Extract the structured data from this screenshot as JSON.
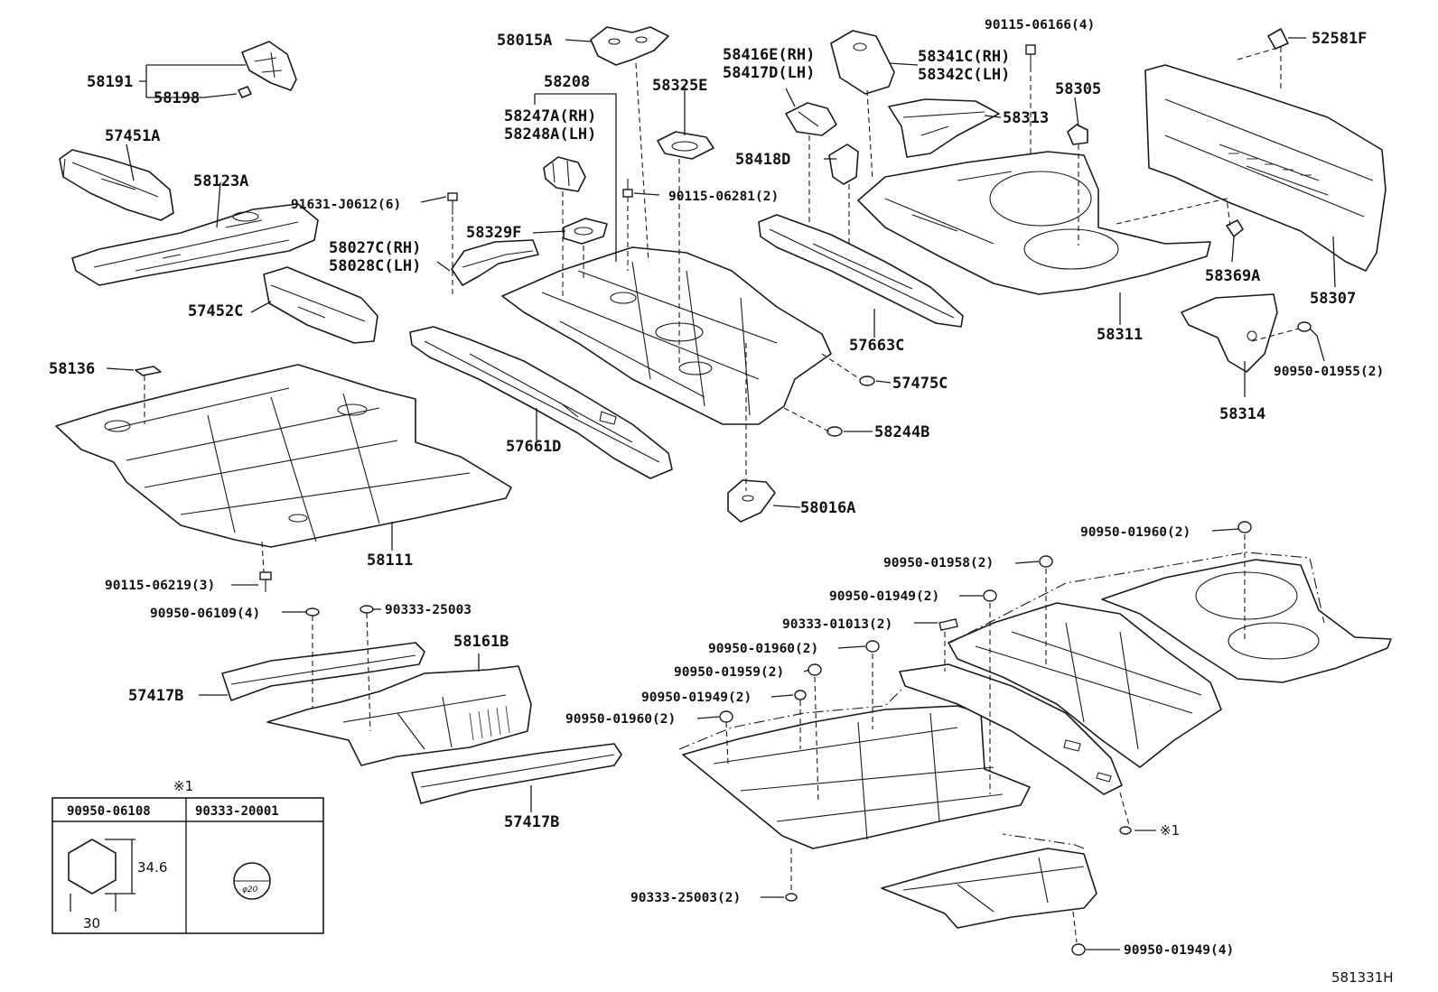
{
  "labels": {
    "p58191": "58191",
    "p58198": "58198",
    "p57451A": "57451A",
    "p58123A": "58123A",
    "p91631": "91631-J0612(6)",
    "p58027C": "58027C(RH)",
    "p58028C": "58028C(LH)",
    "p57452C": "57452C",
    "p58136": "58136",
    "p58111": "58111",
    "p90115_06219": "90115-06219(3)",
    "p58015A": "58015A",
    "p58208": "58208",
    "p58247A": "58247A(RH)",
    "p58248A": "58248A(LH)",
    "p58325E": "58325E",
    "p90115_06281": "90115-06281(2)",
    "p58329F": "58329F",
    "p57661D": "57661D",
    "p58016A": "58016A",
    "p58244B": "58244B",
    "p57475C": "57475C",
    "p58416E": "58416E(RH)",
    "p58417D": "58417D(LH)",
    "p58418D": "58418D",
    "p57663C": "57663C",
    "p58341C": "58341C(RH)",
    "p58342C": "58342C(LH)",
    "p90115_06166": "90115-06166(4)",
    "p58305": "58305",
    "p58313": "58313",
    "p58311": "58311",
    "p52581F": "52581F",
    "p58307": "58307",
    "p58369A": "58369A",
    "p58314": "58314",
    "p90950_01955": "90950-01955(2)",
    "p90950_06109": "90950-06109(4)",
    "p90333_25003": "90333-25003",
    "p58161B": "58161B",
    "p57417B_a": "57417B",
    "p57417B_b": "57417B",
    "p90950_01960_top": "90950-01960(2)",
    "p90950_01958": "90950-01958(2)",
    "p90950_01949_a": "90950-01949(2)",
    "p90333_01013": "90333-01013(2)",
    "p90950_01960_b": "90950-01960(2)",
    "p90950_01959": "90950-01959(2)",
    "p90950_01949_b": "90950-01949(2)",
    "p90950_01960_c": "90950-01960(2)",
    "p90333_25003_2": "90333-25003(2)",
    "p90950_01949_4": "90950-01949(4)",
    "note_ref": "※1",
    "note_mark": "※1"
  },
  "legend_table": {
    "mark": "※1",
    "col1_header": "90950-06108",
    "col2_header": "90333-20001",
    "hex_height": "34.6",
    "hex_width": "30",
    "circle_dia": "φ20"
  },
  "diagram_code": "581331H"
}
